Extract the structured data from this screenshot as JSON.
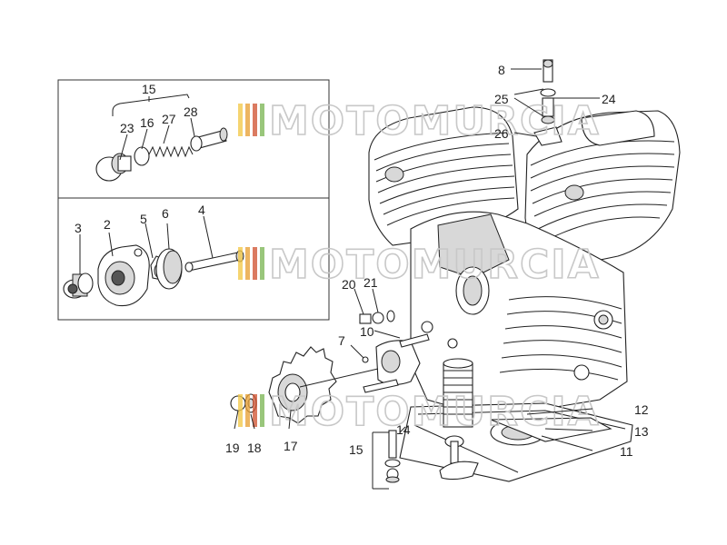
{
  "watermark": {
    "text": "MOTOMURCIA",
    "stripe_colors": [
      "#f2c94c",
      "#e8a23a",
      "#d25a3a",
      "#7fb85a",
      "#5aa0d2"
    ]
  },
  "callouts": {
    "c8": "8",
    "c25": "25",
    "c24": "24",
    "c26": "26",
    "c15_top": "15",
    "c23": "23",
    "c16": "16",
    "c27": "27",
    "c28": "28",
    "c3": "3",
    "c2": "2",
    "c5": "5",
    "c6": "6",
    "c4": "4",
    "c20": "20",
    "c21": "21",
    "c10": "10",
    "c7": "7",
    "c19": "19",
    "c18": "18",
    "c17": "17",
    "c15_bottom": "15",
    "c14": "14",
    "c12": "12",
    "c13": "13",
    "c11": "11"
  }
}
